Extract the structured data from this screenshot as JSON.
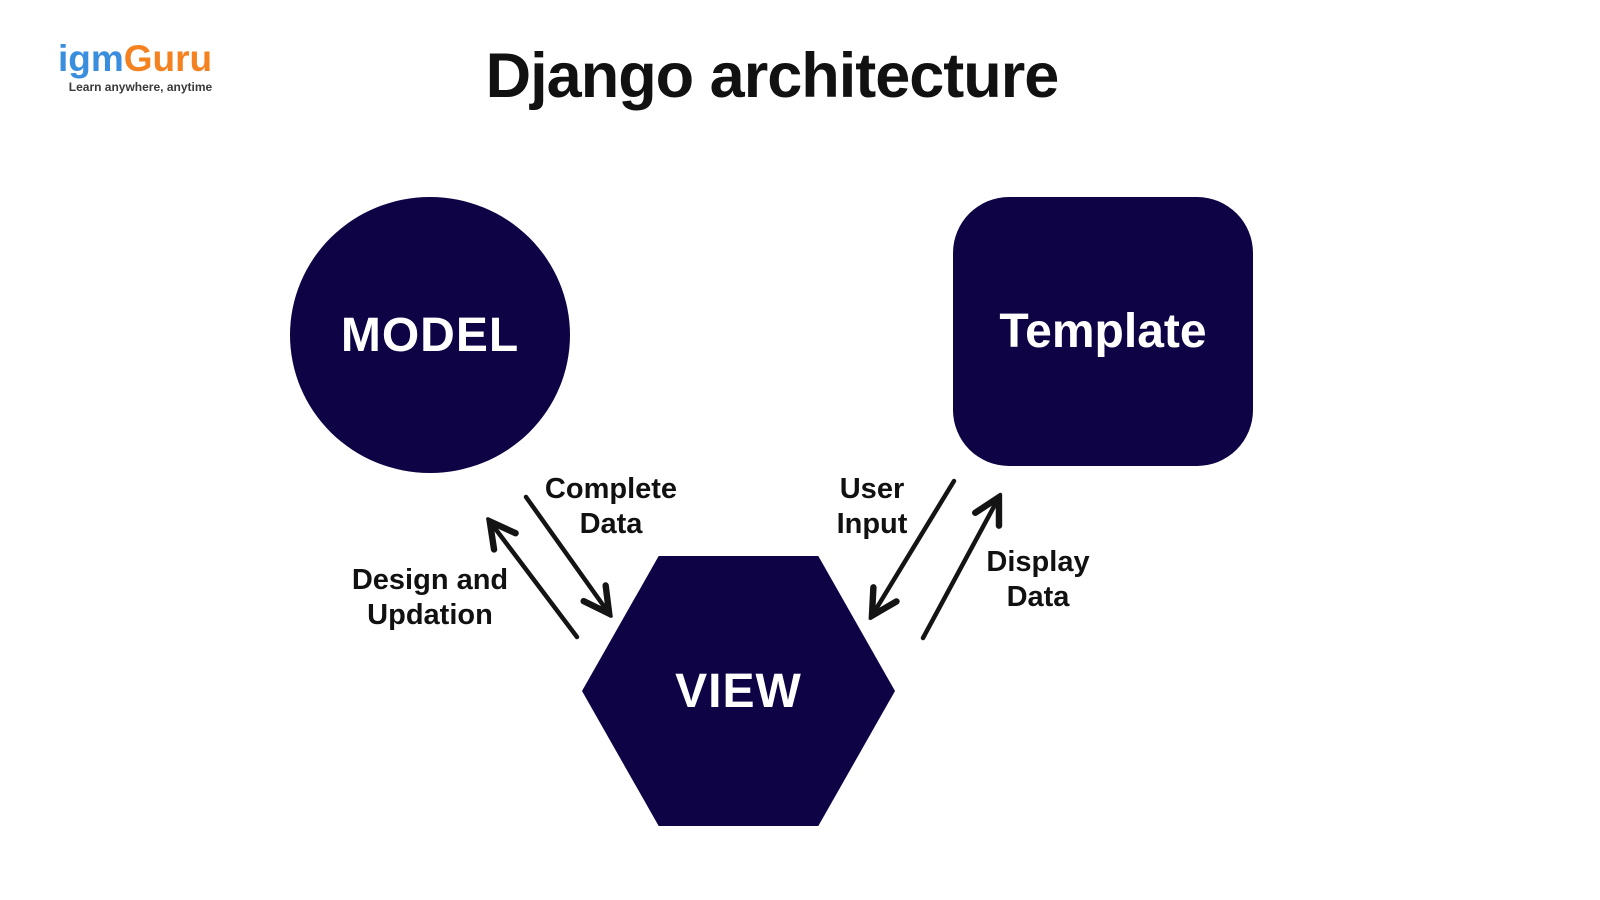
{
  "theme": {
    "background": "#ffffff",
    "shape_color": "#0e0345",
    "arrow_color": "#141414",
    "text_color": "#111111",
    "logo_blue": "#3a8ede",
    "logo_orange": "#f58220",
    "tagline_color": "#3a3a3a"
  },
  "logo": {
    "part1": "igm",
    "part2": "Guru",
    "tagline": "Learn anywhere, anytime"
  },
  "title": "Django architecture",
  "diagram": {
    "nodes": [
      {
        "id": "model",
        "shape": "circle",
        "label": "MODEL"
      },
      {
        "id": "template",
        "shape": "rounded-square",
        "label": "Template"
      },
      {
        "id": "view",
        "shape": "hexagon",
        "label": "VIEW"
      }
    ],
    "edges": [
      {
        "from": "MODEL",
        "to": "VIEW",
        "label": "Complete Data",
        "line1": "Complete",
        "line2": "Data"
      },
      {
        "from": "VIEW",
        "to": "MODEL",
        "label": "Design and Updation",
        "line1": "Design and",
        "line2": "Updation"
      },
      {
        "from": "Template",
        "to": "VIEW",
        "label": "User Input",
        "line1": "User",
        "line2": "Input"
      },
      {
        "from": "VIEW",
        "to": "Template",
        "label": "Display Data",
        "line1": "Display",
        "line2": "Data"
      }
    ]
  }
}
